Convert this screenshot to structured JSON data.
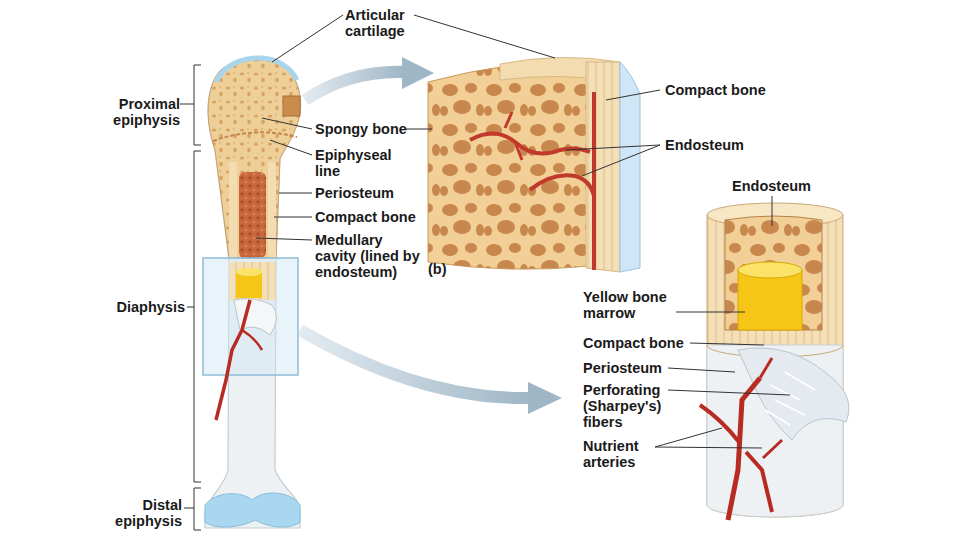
{
  "diagram": {
    "labels": [
      "Articular cartilage",
      "Proximal epiphysis",
      "Spongy bone",
      "Epiphyseal line",
      "Periosteum",
      "Compact bone",
      "Medullary cavity (lined by endosteum)",
      "(b)",
      "Compact bone",
      "Endosteum",
      "Endosteum",
      "Yellow bone marrow",
      "Compact bone",
      "Periosteum",
      "Perforating (Sharpey's) fibers",
      "Nutrient arteries",
      "Diaphysis",
      "Distal epiphysis"
    ]
  }
}
